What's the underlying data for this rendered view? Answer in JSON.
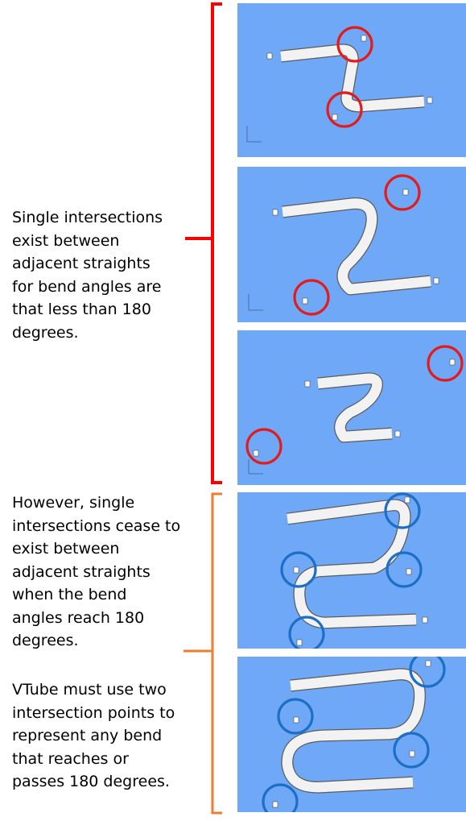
{
  "captions": {
    "single": [
      "Single intersections",
      "exist between",
      "adjacent straights",
      "for bend angles are",
      "that less than 180",
      "degrees."
    ],
    "cease": [
      "However, single",
      "intersections cease to",
      "exist between",
      "adjacent straights",
      "when the bend",
      "angles reach 180",
      "degrees."
    ],
    "vtube": [
      "VTube must use two",
      "intersection points to",
      "represent any bend",
      "that reaches or",
      "passes 180 degrees."
    ]
  },
  "colors": {
    "panel_bg": "#6fa8f7",
    "tube": "#f2f2f2",
    "bracket_single": "#ff0000",
    "bracket_180": "#ed7d31",
    "circle_single": "#e31b1b",
    "circle_180": "#1c6fc7"
  }
}
